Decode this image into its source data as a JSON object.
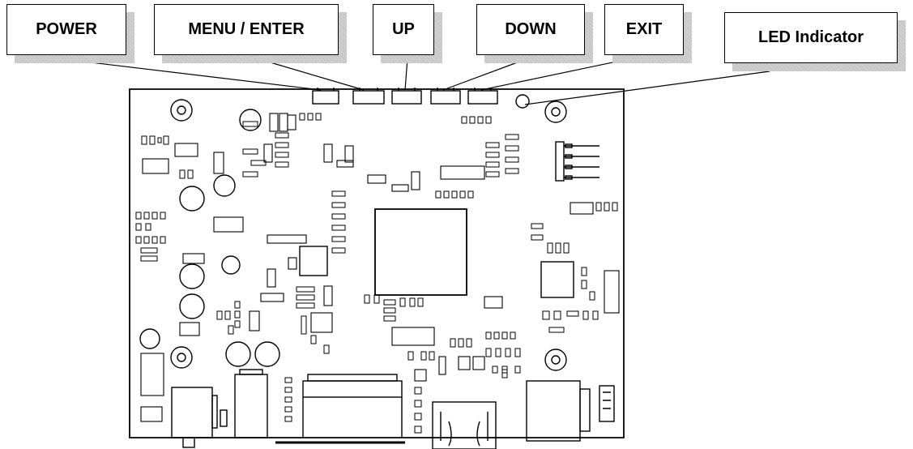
{
  "labels": {
    "power": "POWER",
    "menu_enter": "MENU / ENTER",
    "up": "UP",
    "down": "DOWN",
    "exit": "EXIT",
    "led": "LED Indicator"
  },
  "colors": {
    "line": "#000000",
    "background": "#ffffff",
    "shadow": "#c4c4c4"
  },
  "icons": [
    "mounting-hole-icon",
    "button-switch-icon",
    "led-icon",
    "pin-header-icon",
    "hdmi-port-icon",
    "usb-port-icon",
    "ic-chip-icon"
  ]
}
